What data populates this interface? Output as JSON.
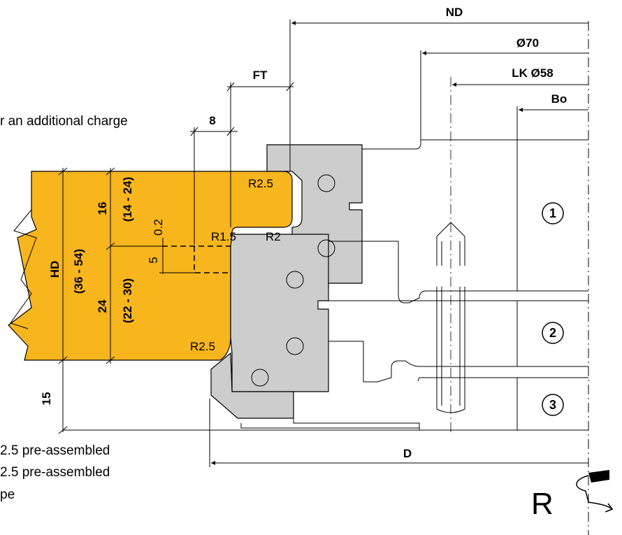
{
  "notes": {
    "charge": "r an additional charge",
    "line1": "2.5 pre-assembled",
    "line2": "2.5 pre-assembled",
    "line3": "pe"
  },
  "dimensions": {
    "nd": "ND",
    "d70": "Ø70",
    "lk": "LK Ø58",
    "bo": "Bo",
    "ft": "FT",
    "eight": "8",
    "d": "D",
    "hd": "HD",
    "hd_range": "(36 - 54)",
    "sixteen": "16",
    "sixteen_range": "(14 - 24)",
    "twentyfour": "24",
    "twentyfour_range": "(22 - 30)",
    "zero_two": "0.2",
    "five": "5",
    "fifteen": "15"
  },
  "radii": {
    "r_top": "R2.5",
    "r15": "R1.5",
    "r2": "R2",
    "r_bottom": "R2.5"
  },
  "parts": [
    "1",
    "2",
    "3"
  ],
  "rotation": "R",
  "colors": {
    "workpiece": "#F7B51E",
    "tool": "#CDCDCD",
    "line": "#000000"
  }
}
